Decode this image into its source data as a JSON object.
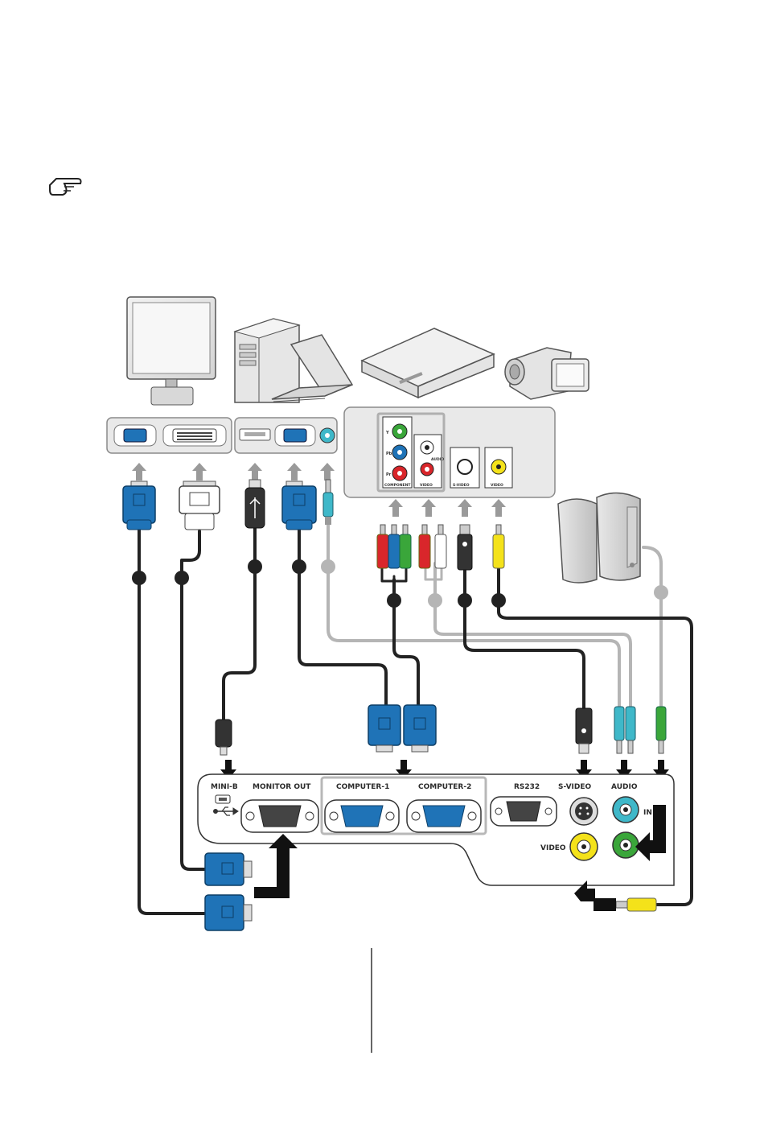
{
  "note_icon": "pointing-hand-icon",
  "ports": {
    "mini_b": "MINI-B",
    "monitor_out": "MONITOR OUT",
    "computer_1": "COMPUTER-1",
    "computer_2": "COMPUTER-2",
    "rs232": "RS232",
    "s_video": "S-VIDEO",
    "audio": "AUDIO",
    "audio_in": "IN",
    "video": "VIDEO"
  },
  "source_panel": {
    "y": "Y",
    "pb": "Pb",
    "pr": "Pr",
    "component": "COMPONENT",
    "video": "VIDEO",
    "audio": "AUDIO",
    "s_video": "S-VIDEO",
    "video2": "VIDEO"
  },
  "colors": {
    "vga_blue": "#1f73b7",
    "cable_dark": "#222222",
    "cable_gray": "#b5b5b5",
    "rca_red": "#d9262b",
    "rca_green": "#3aa63a",
    "rca_yellow": "#f4e21a",
    "audio_teal": "#3fb8c9",
    "arrow_gray": "#9a9a9a"
  }
}
